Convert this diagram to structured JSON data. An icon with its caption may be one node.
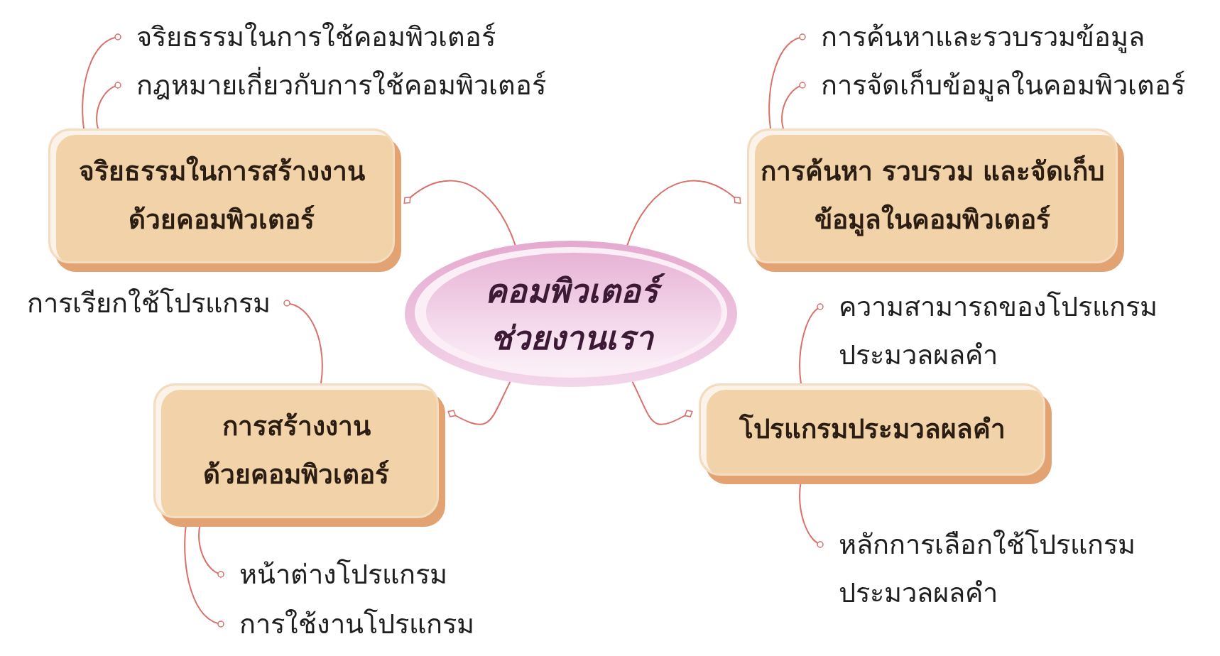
{
  "diagram": {
    "nodes": [
      {
        "text": [
          "คอมพิวเตอร์ช่วยงานเรา"
        ]
      },
      {
        "text": [
          "จริยธรรมในการสร้างงานด้วยคอมพิวเตอร์"
        ]
      },
      {
        "text": [
          "การค้นหา รวบรวม และจัดเก็บข้อมูลในคอมพิวเตอร์"
        ]
      },
      {
        "text": [
          "การสร้างงานด้วยคอมพิวเตอร์"
        ]
      },
      {
        "text": [
          "โปรแกรมประมวลผลคำ"
        ]
      },
      {
        "text": [
          "จริยธรรมในการใช้คอมพิวเตอร์"
        ]
      },
      {
        "text": [
          "กฎหมายเกี่ยวกับการใช้คอมพิวเตอร์"
        ]
      },
      {
        "text": [
          "การค้นหาและรวบรวมข้อมูล"
        ]
      },
      {
        "text": [
          "การจัดเก็บข้อมูลในคอมพิวเตอร์"
        ]
      },
      {
        "text": [
          "การเรียกใช้โปรแกรม"
        ]
      },
      {
        "text": [
          "ความสามารถของโปรแกรมประมวลผลคำ"
        ]
      },
      {
        "text": [
          "หน้าต่างโปรแกรม"
        ]
      },
      {
        "text": [
          "การใช้งานโปรแกรม"
        ]
      },
      {
        "text": [
          "หลักการเลือกใช้โปรแกรมประมวลผลคำ"
        ]
      }
    ],
    "edges": [
      {
        "from": 0,
        "to": 1,
        "arrow": "other"
      },
      {
        "from": 0,
        "to": 2,
        "arrow": "other"
      },
      {
        "from": 0,
        "to": 3,
        "arrow": "other"
      },
      {
        "from": 0,
        "to": 4,
        "arrow": "other"
      },
      {
        "from": 1,
        "to": 5,
        "arrow": "other"
      },
      {
        "from": 1,
        "to": 6,
        "arrow": "other"
      },
      {
        "from": 2,
        "to": 7,
        "arrow": "other"
      },
      {
        "from": 2,
        "to": 8,
        "arrow": "other"
      },
      {
        "from": 3,
        "to": 9,
        "arrow": "other"
      },
      {
        "from": 4,
        "to": 10,
        "arrow": "other"
      },
      {
        "from": 3,
        "to": 11,
        "arrow": "other"
      },
      {
        "from": 3,
        "to": 12,
        "arrow": "other"
      },
      {
        "from": 4,
        "to": 13,
        "arrow": "other"
      }
    ]
  }
}
